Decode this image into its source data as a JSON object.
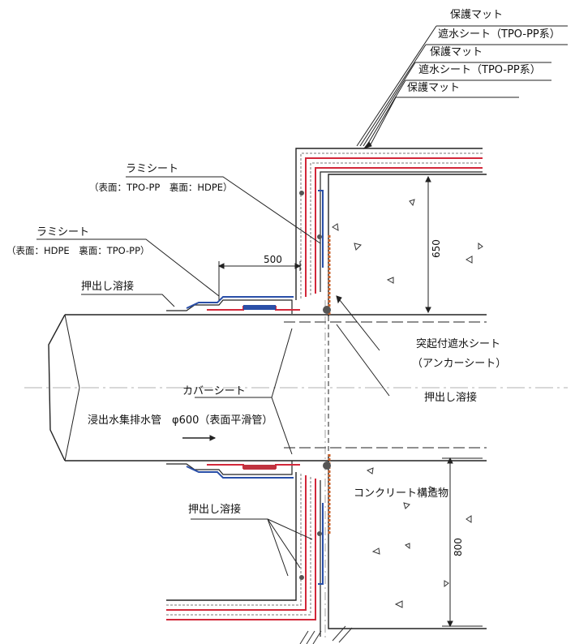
{
  "layers": {
    "l1": "保護マット",
    "l2": "遮水シート（TPO-PP系）",
    "l3": "保護マット",
    "l4": "遮水シート（TPO-PP系）",
    "l5": "保護マット"
  },
  "lami_upper": {
    "title": "ラミシート",
    "spec": "（表面：TPO-PP　裏面：HDPE）"
  },
  "lami_lower": {
    "title": "ラミシート",
    "spec": "（表面：HDPE　裏面：TPO-PP）"
  },
  "extrusion_weld_top": "押出し溶接",
  "extrusion_weld_right": "押出し溶接",
  "extrusion_weld_bottom": "押出し溶接",
  "dim_500": "500",
  "dim_650": "650",
  "dim_800": "800",
  "anchor_sheet": {
    "line1": "突起付遮水シート",
    "line2": "（アンカーシート）"
  },
  "cover_sheet": "カバーシート",
  "pipe_label": "浸出水集排水管　φ600（表面平滑管）",
  "concrete": "コンクリート構造物",
  "colors": {
    "red": "#d2283a",
    "blue": "#2a4fa8",
    "orange": "#c8602a",
    "ink": "#222222"
  }
}
